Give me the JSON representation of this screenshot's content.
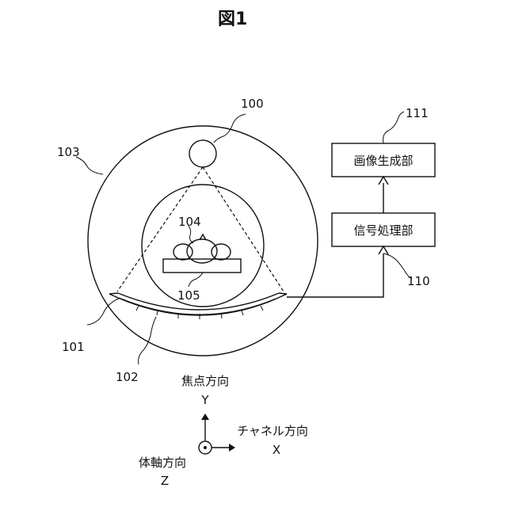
{
  "figure": {
    "title": "図1"
  },
  "labels": {
    "x_ray_source": "100",
    "detector": "101",
    "detector_element": "102",
    "gantry": "103",
    "subject": "104",
    "bed": "105",
    "signal_processing_ref": "110",
    "image_generation_ref": "111"
  },
  "blocks": {
    "image_generation": "画像生成部",
    "signal_processing": "信号処理部"
  },
  "axes": {
    "y_name": "焦点方向",
    "y_letter": "Y",
    "x_name": "チャネル方向",
    "x_letter": "X",
    "z_name": "体軸方向",
    "z_letter": "Z"
  },
  "colors": {
    "line": "#111111",
    "background": "#ffffff"
  }
}
